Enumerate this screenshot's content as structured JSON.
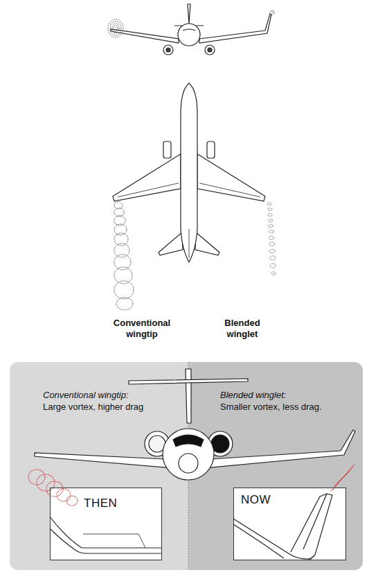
{
  "diagram": {
    "nodes": [
      {
        "text": [
          "THEN"
        ]
      },
      {
        "text": [
          "NOW"
        ]
      }
    ],
    "labels": [
      "Conventional wingtip",
      "Blended winglet",
      "Conventional wingtip:",
      "Large vortex, higher drag",
      "Blended winglet:",
      "Smaller vortex, less drag."
    ]
  }
}
